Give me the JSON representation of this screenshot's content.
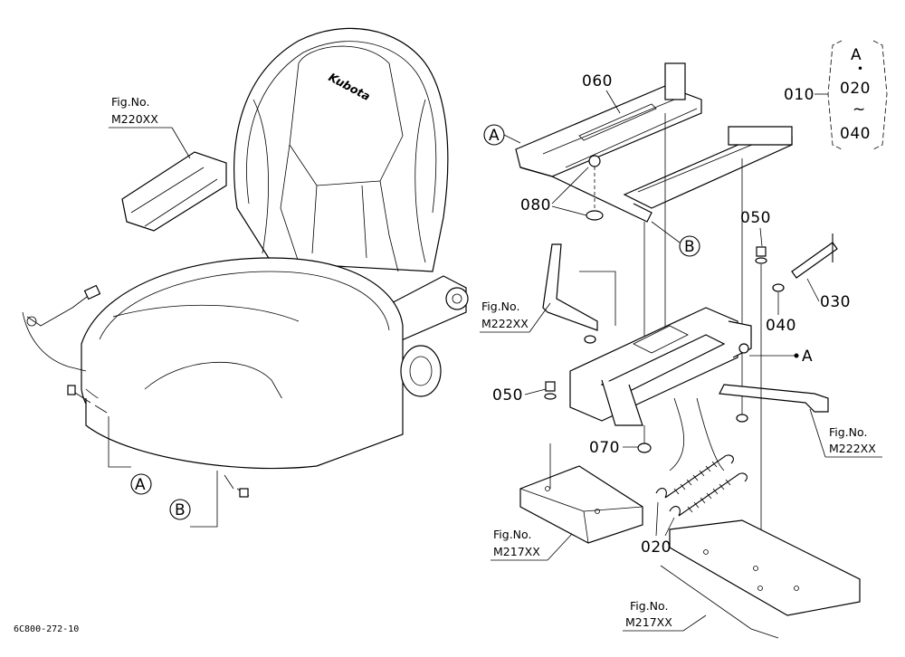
{
  "diagram": {
    "drawing_code": "6C800-272-10",
    "seat_brand": "Kubota",
    "part_numbers": {
      "p010": "010",
      "p020": "020",
      "p030": "030",
      "p040": "040",
      "p050a": "050",
      "p050b": "050",
      "p060": "060",
      "p070": "070",
      "p080": "080",
      "p020_springs": "020"
    },
    "group_010": {
      "label": "010",
      "top": "A",
      "dot": "・",
      "mid": "020",
      "tilde": "~",
      "bottom": "040"
    },
    "callouts": {
      "a_seat": "A",
      "b_seat": "B",
      "a_rail": "A",
      "b_rail": "B",
      "a_arrow": "A"
    },
    "fig_refs": [
      {
        "line1": "Fig.No.",
        "line2": "M220XX"
      },
      {
        "line1": "Fig.No.",
        "line2": "M222XX"
      },
      {
        "line1": "Fig.No.",
        "line2": "M222XX"
      },
      {
        "line1": "Fig.No.",
        "line2": "M217XX"
      },
      {
        "line1": "Fig.No.",
        "line2": "M217XX"
      }
    ]
  }
}
